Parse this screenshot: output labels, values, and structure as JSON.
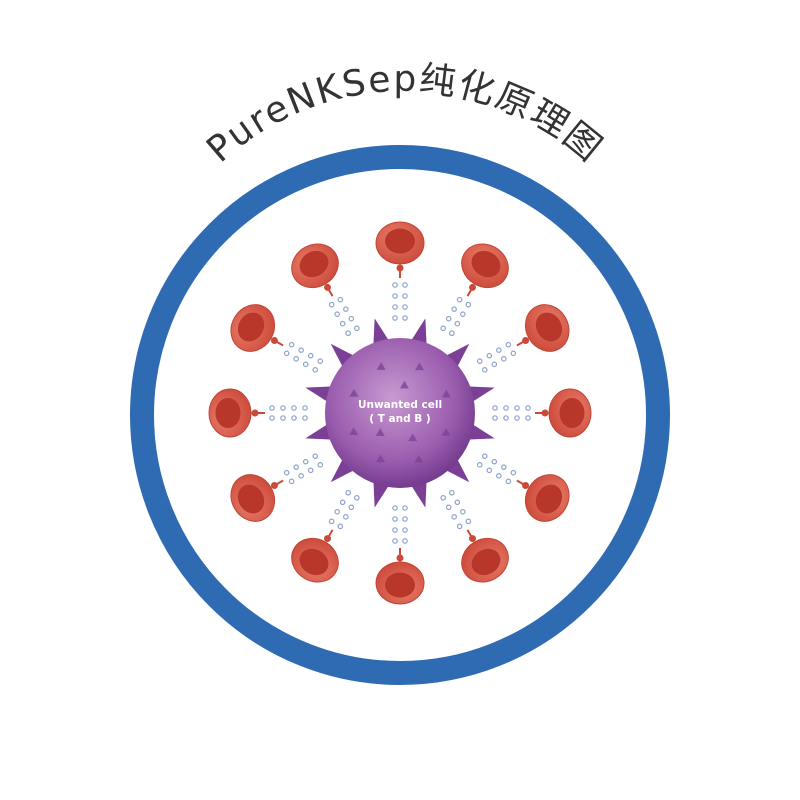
{
  "title": "PureNKSep纯化原理图",
  "center_cell": {
    "label_line1": "Unwanted cell",
    "label_line2": "( T and B )"
  },
  "red_cell_count": 12,
  "colors": {
    "ring": "#2f6bb3",
    "title": "#333333",
    "rbc_outer": "#d95a48",
    "rbc_inner": "#b8362a",
    "tether": "#c94a3a",
    "antibody": "#8da2cc",
    "cell_center": "#b987c4",
    "cell_edge": "#6a3386",
    "spike": "#7b3f96",
    "label_text": "#ffffff"
  }
}
